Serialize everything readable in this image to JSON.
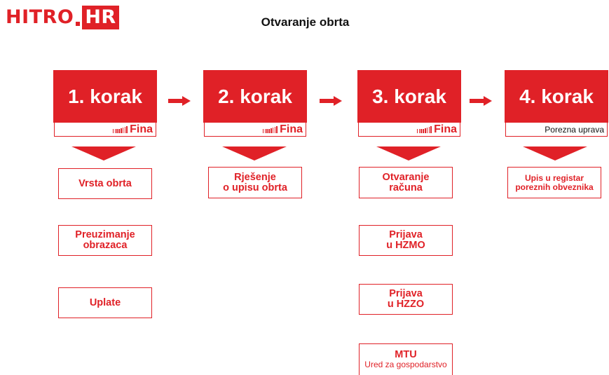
{
  "brand": {
    "name_part1": "HITRO",
    "name_part2": "HR",
    "color": "#e02127"
  },
  "title": "Otvaranje obrta",
  "steps": [
    {
      "label": "1. korak",
      "provider": "Fina",
      "tasks": [
        {
          "line1": "Vrsta obrta"
        },
        {
          "line1": "Preuzimanje",
          "line2": "obrazaca"
        },
        {
          "line1": "Uplate"
        }
      ]
    },
    {
      "label": "2. korak",
      "provider": "Fina",
      "tasks": [
        {
          "line1": "Rješenje",
          "line2": "o upisu obrta"
        }
      ]
    },
    {
      "label": "3. korak",
      "provider": "Fina",
      "tasks": [
        {
          "line1": "Otvaranje",
          "line2": "računa"
        },
        {
          "line1": "Prijava",
          "line2": "u HZMO"
        },
        {
          "line1": "Prijava",
          "line2": "u HZZO"
        },
        {
          "line1": "MTU",
          "note": "Ured za gospodarstvo"
        }
      ]
    },
    {
      "label": "4. korak",
      "provider": "Porezna uprava",
      "tasks": [
        {
          "line1": "Upis u registar",
          "line2": "poreznih obveznika"
        }
      ]
    }
  ]
}
